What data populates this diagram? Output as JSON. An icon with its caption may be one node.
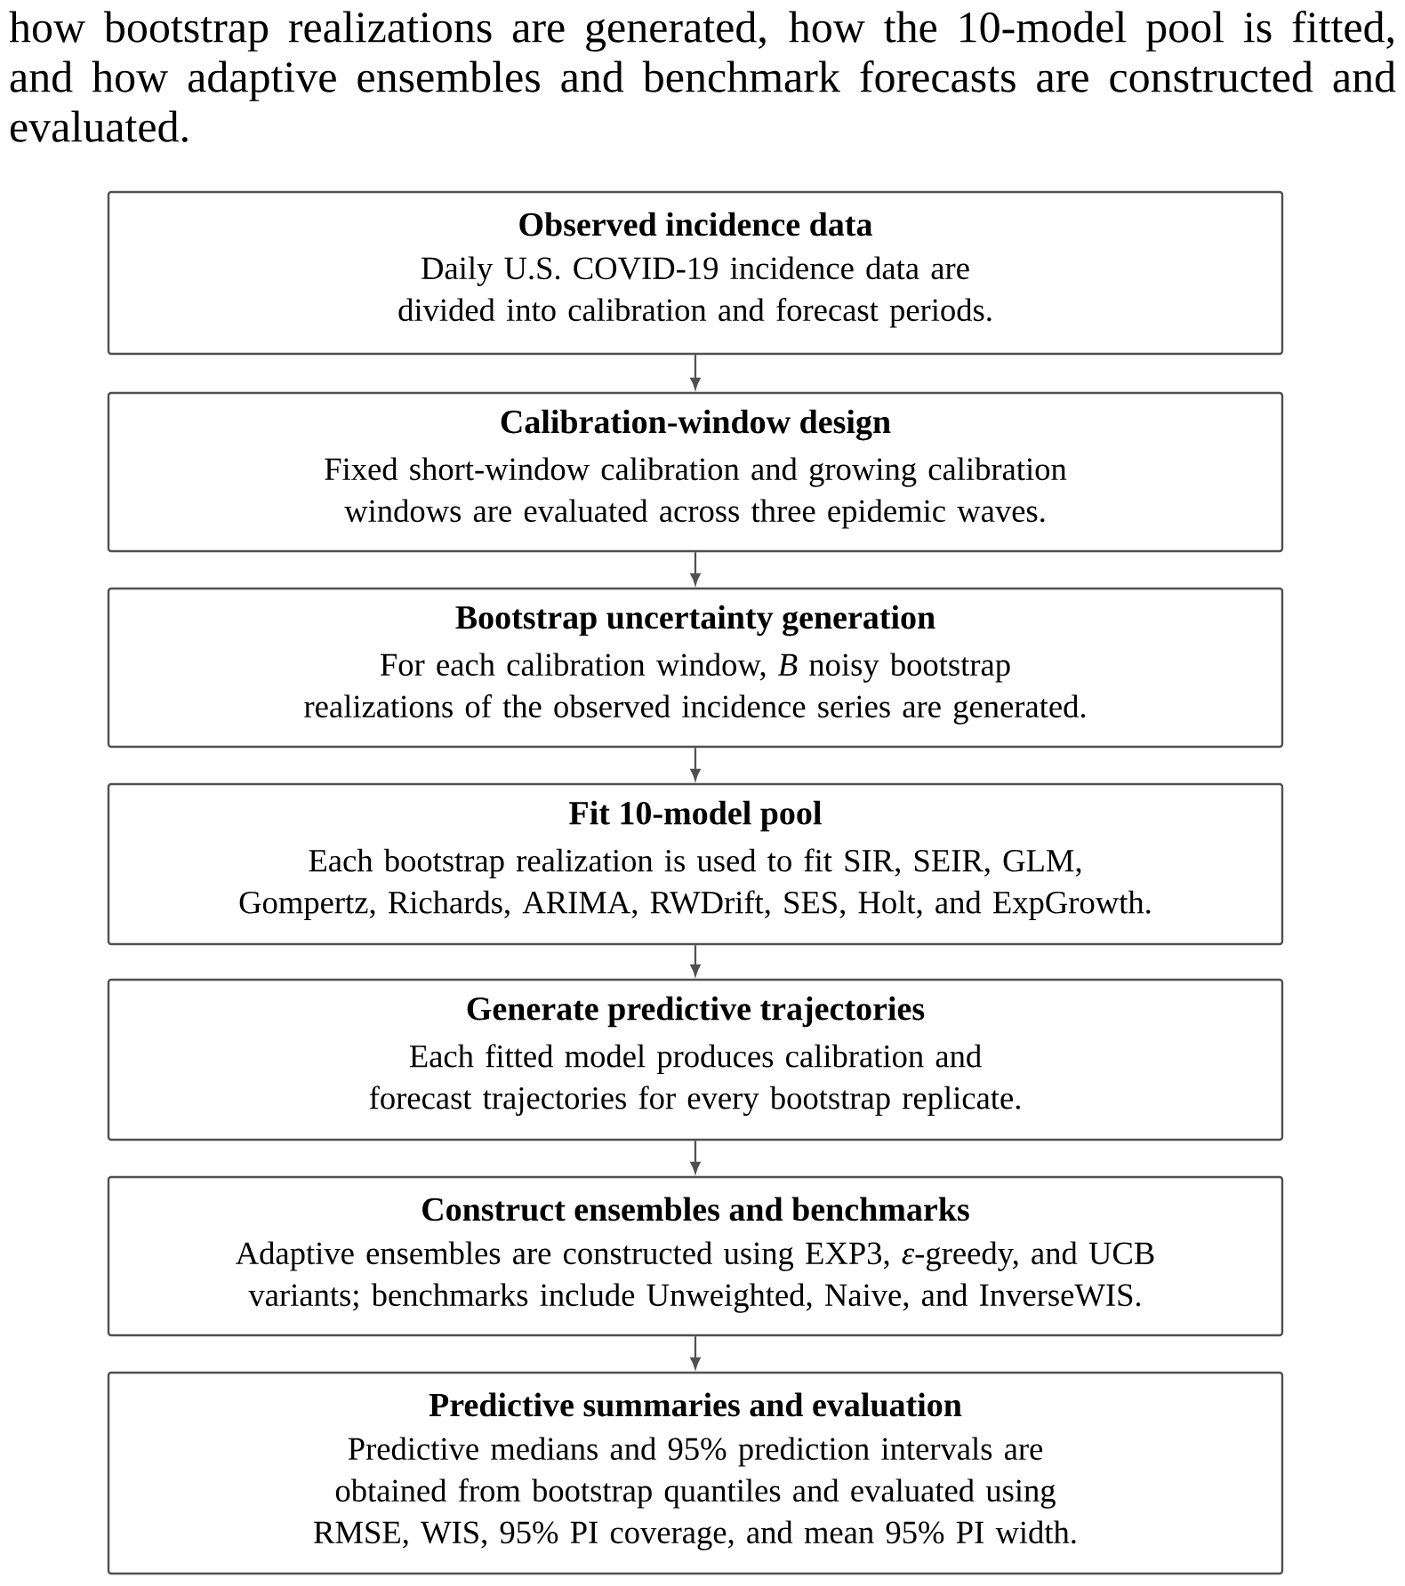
{
  "diagram": {
    "caption": "how bootstrap realizations are generated, how the 10-model pool is fitted, and how adaptive ensembles and benchmark forecasts are constructed and evaluated.",
    "nodes": [
      {
        "text": [
          "Observed incidence data",
          "Daily U.S. COVID-19 incidence data are divided into calibration and forecast periods."
        ]
      },
      {
        "text": [
          "Calibration-window design",
          "Fixed short-window calibration and growing calibration windows are evaluated across three epidemic waves."
        ]
      },
      {
        "text": [
          "Bootstrap uncertainty generation",
          "For each calibration window, *B* noisy bootstrap realizations of the observed incidence series are generated."
        ]
      },
      {
        "text": [
          "Fit 10-model pool",
          "Each bootstrap realization is used to fit SIR, SEIR, GLM, Gompertz, Richards, ARIMA, RWDrift, SES, Holt, and ExpGrowth."
        ]
      },
      {
        "text": [
          "Generate predictive trajectories",
          "Each fitted model produces calibration and forecast trajectories for every bootstrap replicate."
        ]
      },
      {
        "text": [
          "Construct ensembles and benchmarks",
          "Adaptive ensembles are constructed using EXP3, *ε*-greedy, and UCB variants; benchmarks include Unweighted, Naive, and InverseWIS."
        ]
      },
      {
        "text": [
          "Predictive summaries and evaluation",
          "Predictive medians and 95% prediction intervals are obtained from bootstrap quantiles and evaluated using RMSE, WIS, 95% PI coverage, and mean 95% PI width."
        ]
      }
    ],
    "edges": [
      {
        "from": 0,
        "to": 1,
        "arrow": "to"
      },
      {
        "from": 1,
        "to": 2,
        "arrow": "to"
      },
      {
        "from": 2,
        "to": 3,
        "arrow": "to"
      },
      {
        "from": 3,
        "to": 4,
        "arrow": "to"
      },
      {
        "from": 4,
        "to": 5,
        "arrow": "to"
      },
      {
        "from": 5,
        "to": 6,
        "arrow": "to"
      }
    ]
  }
}
